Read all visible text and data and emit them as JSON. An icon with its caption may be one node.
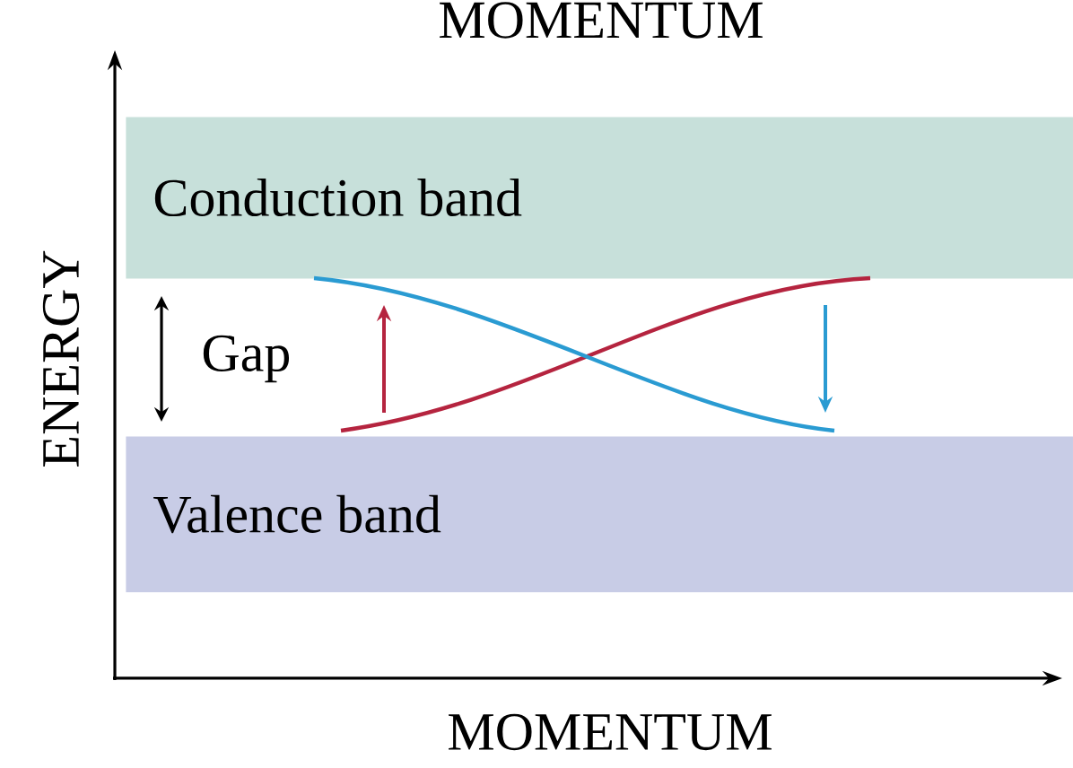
{
  "diagram": {
    "nodes": [
      {
        "text": [
          "Conduction band"
        ]
      },
      {
        "text": [
          "Valence band"
        ]
      }
    ],
    "labels": [
      "MOMENTUM",
      "ENERGY",
      "Gap",
      "MOMENTUM"
    ]
  }
}
